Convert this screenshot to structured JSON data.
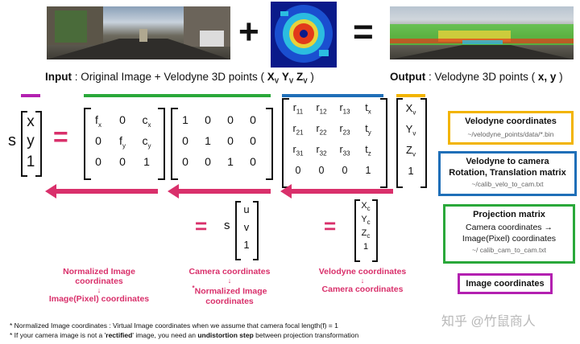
{
  "top": {
    "plus": "+",
    "equals": "=",
    "input_bold": "Input",
    "input_rest": " : Original Image + Velodyne 3D points (",
    "xv": "X",
    "yv": "Y",
    "zv": "Z",
    "v_sub": "V",
    "input_close": " )",
    "output_bold": "Output",
    "output_rest": " : Velodyne 3D points (",
    "output_xy": " x, y ",
    "output_close": ")"
  },
  "colors": {
    "pink": "#d9306b",
    "green": "#2aa83a",
    "blue": "#1f6fb8",
    "gold": "#f2b400",
    "magenta": "#b320b0"
  },
  "equation": {
    "s": "s",
    "lhs": [
      "x",
      "y",
      "1"
    ],
    "eq": "=",
    "intrinsic": [
      [
        "f",
        "0",
        "c"
      ],
      [
        "0",
        "f",
        "c"
      ],
      [
        "0",
        "0",
        "1"
      ]
    ],
    "intrinsic_subs": [
      [
        "x",
        "",
        "x"
      ],
      [
        "",
        "y",
        "y"
      ],
      [
        "",
        "",
        ""
      ]
    ],
    "projection": [
      [
        "1",
        "0",
        "0",
        "0"
      ],
      [
        "0",
        "1",
        "0",
        "0"
      ],
      [
        "0",
        "0",
        "1",
        "0"
      ]
    ],
    "extrinsic": [
      [
        "r",
        "r",
        "r",
        "t"
      ],
      [
        "r",
        "r",
        "r",
        "t"
      ],
      [
        "r",
        "r",
        "r",
        "t"
      ],
      [
        "0",
        "0",
        "0",
        "1"
      ]
    ],
    "extrinsic_subs": [
      [
        "11",
        "12",
        "13",
        "x"
      ],
      [
        "21",
        "22",
        "23",
        "y"
      ],
      [
        "31",
        "32",
        "33",
        "z"
      ],
      [
        "",
        "",
        "",
        ""
      ]
    ],
    "velodyne_vec": [
      "X",
      "Y",
      "Z",
      "1"
    ],
    "velodyne_subs": [
      "v",
      "v",
      "v",
      ""
    ],
    "mid_eq": "=",
    "mid_s": "s",
    "uv": [
      "u",
      "v",
      "1"
    ],
    "cam_eq": "=",
    "cam_vec": [
      "X",
      "Y",
      "Z",
      "1"
    ],
    "cam_subs": [
      "c",
      "c",
      "c",
      ""
    ]
  },
  "legend": {
    "velodyne_title": "Velodyne coordinates",
    "velodyne_path": "~/velodyne_points/data/*.bin",
    "velo_cam_title1": "Velodyne to camera",
    "velo_cam_title2": "Rotation, Translation matrix",
    "velo_cam_path": "~/calib_velo_to_cam.txt",
    "proj_title": "Projection matrix",
    "proj_line1": "Camera coordinates →",
    "proj_line2": "Image(Pixel) coordinates",
    "proj_path": "~/ calib_cam_to_cam.txt",
    "image_title": "Image coordinates"
  },
  "labels": {
    "norm_a": "Normalized Image",
    "norm_b": "coordinates",
    "norm_arrow": "↓",
    "norm_c": "Image(Pixel) coordinates",
    "cam_a": "Camera coordinates",
    "cam_arrow": "↓",
    "cam_star": "*",
    "cam_b": "Normalized Image",
    "cam_c": "coordinates",
    "velo_a": "Velodyne coordinates",
    "velo_arrow": "↓",
    "velo_b": "Camera coordinates"
  },
  "notes": {
    "n1_pre": "* Normalized Image coordinates : Virtual Image coordinates when we assume that camera focal length(f) = 1",
    "n2_pre": "* If your camera image is not a '",
    "n2_b1": "rectified",
    "n2_mid": "' image, you need an ",
    "n2_b2": "undistortion step",
    "n2_post": " between projection transformation"
  },
  "watermark": "知乎 @竹鼠商人"
}
